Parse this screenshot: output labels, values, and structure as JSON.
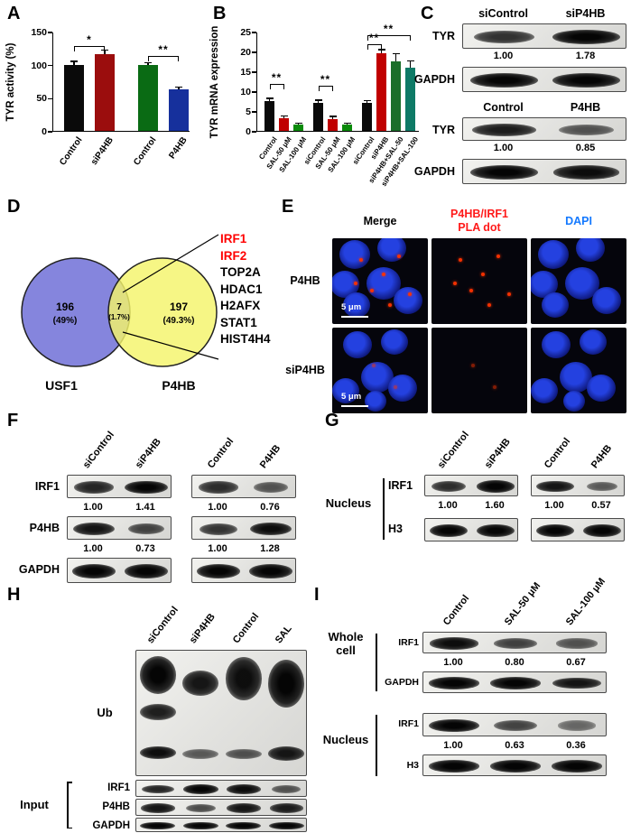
{
  "panel_labels": {
    "A": "A",
    "B": "B",
    "C": "C",
    "D": "D",
    "E": "E",
    "F": "F",
    "G": "G",
    "H": "H",
    "I": "I"
  },
  "chart_data": [
    {
      "id": "A",
      "type": "bar",
      "ylabel": "TYR activity (%)",
      "ylim": [
        0,
        150
      ],
      "yticks": [
        0,
        50,
        100,
        150
      ],
      "categories": [
        "Control",
        "siP4HB",
        "Control",
        "P4HB"
      ],
      "values": [
        100,
        116,
        99,
        63
      ],
      "errors": [
        4,
        5,
        3,
        2
      ],
      "bar_colors": [
        "#0a0a0a",
        "#9b0d0d",
        "#0a6b14",
        "#16309c"
      ],
      "significance": [
        {
          "label": "*",
          "from": 0,
          "to": 1,
          "y": 130
        },
        {
          "label": "**",
          "from": 2,
          "to": 3,
          "y": 115
        }
      ]
    },
    {
      "id": "B",
      "type": "bar",
      "ylabel": "TYR mRNA expression",
      "ylim": [
        0,
        25
      ],
      "yticks": [
        0,
        5,
        10,
        15,
        20,
        25
      ],
      "categories": [
        "Control",
        "SAL-50 μM",
        "SAL-100 μM",
        "siControl",
        "SAL-50 μM",
        "SAL-100 μM",
        "siControl",
        "siP4HB",
        "siP4HB+SAL-50",
        "siP4HB+SAL-100"
      ],
      "values": [
        7.5,
        3.2,
        1.5,
        7.0,
        3.0,
        1.5,
        7.0,
        19.5,
        17.5,
        16.0
      ],
      "errors": [
        0.5,
        0.4,
        0.3,
        0.6,
        0.5,
        0.3,
        0.5,
        0.8,
        1.8,
        1.5
      ],
      "bar_colors": [
        "#0a0a0a",
        "#c00000",
        "#0a8a0a",
        "#0a0a0a",
        "#c00000",
        "#0a8a0a",
        "#0a0a0a",
        "#c00000",
        "#1b6e2a",
        "#0e7a66"
      ],
      "significance": [
        {
          "label": "**",
          "from": 0,
          "to": 1,
          "y": 12
        },
        {
          "label": "**",
          "from": 3,
          "to": 4,
          "y": 11.5
        },
        {
          "label": "**",
          "from": 6,
          "to": 7,
          "y": 22
        },
        {
          "label": "**",
          "from": 6,
          "to": 9,
          "y": 24.3
        }
      ]
    }
  ],
  "panel_c": {
    "groups": [
      {
        "headers": [
          "siControl",
          "siP4HB"
        ],
        "rows": [
          {
            "name": "TYR",
            "bands": [
              0.72,
              1.0
            ],
            "values": [
              "1.00",
              "1.78"
            ]
          },
          {
            "name": "GAPDH",
            "bands": [
              1.0,
              1.0
            ],
            "values": null
          }
        ]
      },
      {
        "headers": [
          "Control",
          "P4HB"
        ],
        "rows": [
          {
            "name": "TYR",
            "bands": [
              0.85,
              0.5
            ],
            "values": [
              "1.00",
              "0.85"
            ]
          },
          {
            "name": "GAPDH",
            "bands": [
              1.0,
              0.95
            ],
            "values": null
          }
        ]
      }
    ]
  },
  "venn": {
    "left_label": "USF1",
    "right_label": "P4HB",
    "left_count": "196",
    "left_pct": "(49%)",
    "overlap_count": "7",
    "overlap_pct": "(1.7%)",
    "right_count": "197",
    "right_pct": "(49.3%)",
    "left_color": "#8585dd",
    "right_color": "#f4f46a",
    "genes": [
      {
        "name": "IRF1",
        "color": "#ff0000"
      },
      {
        "name": "IRF2",
        "color": "#ff0000"
      },
      {
        "name": "TOP2A",
        "color": "#000000"
      },
      {
        "name": "HDAC1",
        "color": "#000000"
      },
      {
        "name": "H2AFX",
        "color": "#000000"
      },
      {
        "name": "STAT1",
        "color": "#000000"
      },
      {
        "name": "HIST4H4",
        "color": "#000000"
      }
    ]
  },
  "panel_e": {
    "col_headers": [
      {
        "lines": [
          "Merge"
        ],
        "color": "#000000"
      },
      {
        "lines": [
          "P4HB/IRF1",
          "PLA dot"
        ],
        "color": "#ff1a1a"
      },
      {
        "lines": [
          "DAPI"
        ],
        "color": "#1479ff"
      }
    ],
    "row_labels": [
      "P4HB",
      "siP4HB"
    ],
    "scale_label": "5 μm",
    "dapi_color": "#2441e0",
    "pla_color": "#ff3300"
  },
  "panel_f": {
    "header_groups": [
      [
        "siControl",
        "siP4HB"
      ],
      [
        "Control",
        "P4HB"
      ]
    ],
    "rows": [
      {
        "name": "IRF1",
        "bands": [
          [
            0.8,
            1.0
          ],
          [
            0.75,
            0.5
          ]
        ],
        "values": [
          [
            "1.00",
            "1.41"
          ],
          [
            "1.00",
            "0.76"
          ]
        ]
      },
      {
        "name": "P4HB",
        "bands": [
          [
            0.9,
            0.6
          ],
          [
            0.7,
            0.95
          ]
        ],
        "values": [
          [
            "1.00",
            "0.73"
          ],
          [
            "1.00",
            "1.28"
          ]
        ]
      },
      {
        "name": "GAPDH",
        "bands": [
          [
            1.0,
            1.0
          ],
          [
            1.0,
            1.0
          ]
        ],
        "values": null
      }
    ]
  },
  "panel_g": {
    "side_label": "Nucleus",
    "header_groups": [
      [
        "siControl",
        "siP4HB"
      ],
      [
        "Control",
        "P4HB"
      ]
    ],
    "rows": [
      {
        "name": "IRF1",
        "bands": [
          [
            0.75,
            1.0
          ],
          [
            0.9,
            0.45
          ]
        ],
        "values": [
          [
            "1.00",
            "1.60"
          ],
          [
            "1.00",
            "0.57"
          ]
        ]
      },
      {
        "name": "H3",
        "bands": [
          [
            1.0,
            1.0
          ],
          [
            1.0,
            1.0
          ]
        ],
        "values": null
      }
    ]
  },
  "panel_h": {
    "headers": [
      "siControl",
      "siP4HB",
      "Control",
      "SAL"
    ],
    "ub_label": "Ub",
    "input_label": "Input",
    "ub_lanes": [
      [
        {
          "t": 0.04,
          "h": 0.3,
          "i": 1.0
        },
        {
          "t": 0.42,
          "h": 0.13,
          "i": 0.85
        },
        {
          "t": 0.76,
          "h": 0.1,
          "i": 0.95
        }
      ],
      [
        {
          "t": 0.16,
          "h": 0.2,
          "i": 0.9
        },
        {
          "t": 0.78,
          "h": 0.08,
          "i": 0.5
        }
      ],
      [
        {
          "t": 0.05,
          "h": 0.34,
          "i": 0.95
        },
        {
          "t": 0.78,
          "h": 0.08,
          "i": 0.55
        }
      ],
      [
        {
          "t": 0.07,
          "h": 0.38,
          "i": 1.0
        },
        {
          "t": 0.76,
          "h": 0.11,
          "i": 0.9
        }
      ]
    ],
    "input_rows": [
      {
        "name": "IRF1",
        "bands": [
          0.8,
          1.0,
          0.95,
          0.5
        ]
      },
      {
        "name": "P4HB",
        "bands": [
          0.9,
          0.55,
          0.9,
          0.85
        ]
      },
      {
        "name": "GAPDH",
        "bands": [
          1.0,
          1.0,
          1.0,
          1.0
        ]
      }
    ]
  },
  "panel_i": {
    "headers": [
      "Control",
      "SAL-50 μM",
      "SAL-100 μM"
    ],
    "sections": [
      {
        "side_label": "Whole cell",
        "rows": [
          {
            "name": "IRF1",
            "bands": [
              0.95,
              0.62,
              0.5
            ],
            "values": [
              "1.00",
              "0.80",
              "0.67"
            ]
          },
          {
            "name": "GAPDH",
            "bands": [
              1.0,
              1.0,
              0.9
            ],
            "values": null
          }
        ]
      },
      {
        "side_label": "Nucleus",
        "rows": [
          {
            "name": "IRF1",
            "bands": [
              1.0,
              0.6,
              0.35
            ],
            "values": [
              "1.00",
              "0.63",
              "0.36"
            ]
          },
          {
            "name": "H3",
            "bands": [
              1.0,
              1.0,
              1.0
            ],
            "values": null
          }
        ]
      }
    ]
  }
}
